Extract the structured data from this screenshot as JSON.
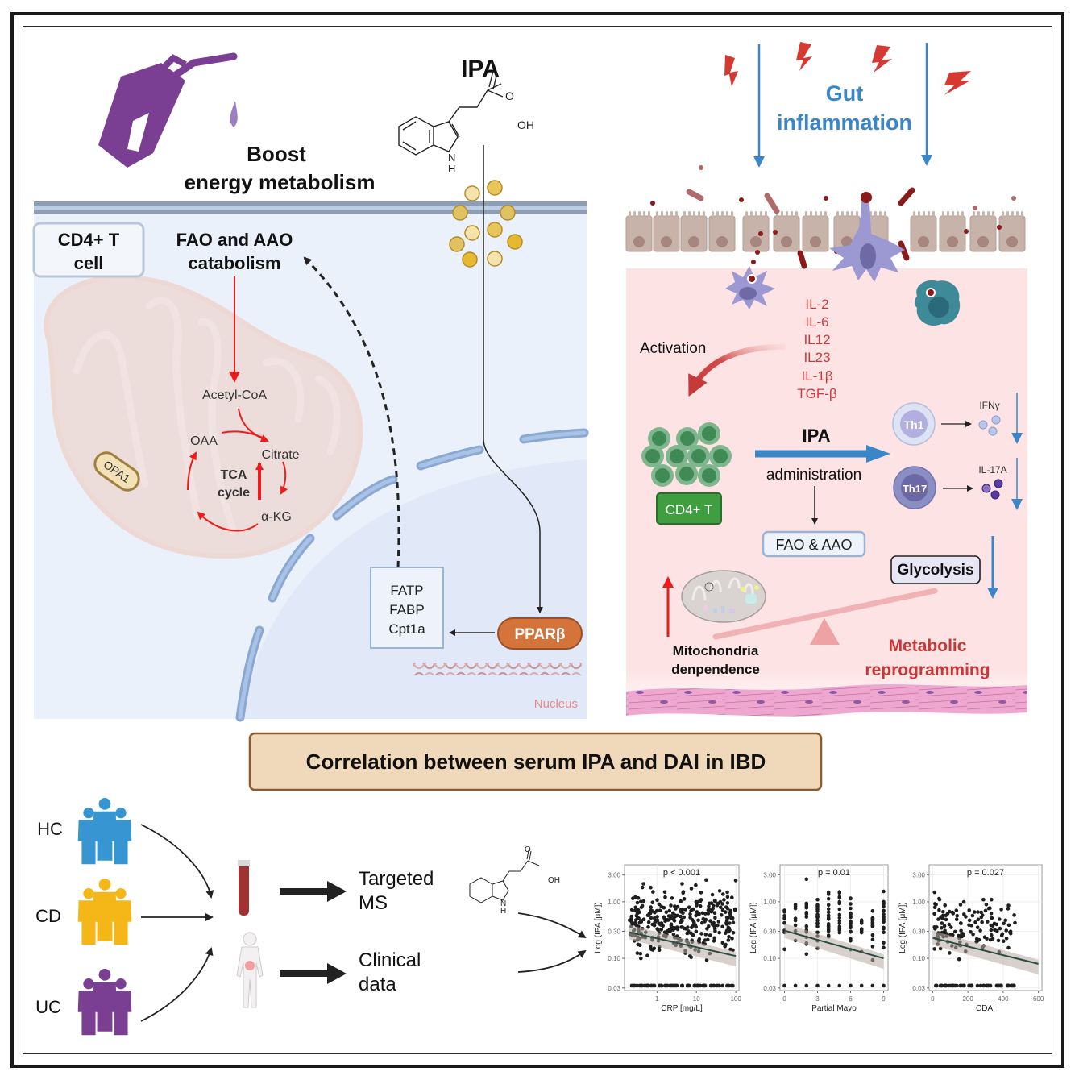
{
  "colors": {
    "cell_panel": "#eaf1fa",
    "membrane_dark": "#8d9db5",
    "membrane_light": "#bccde3",
    "nucleus": "#e1e8f7",
    "nucleus_envelope": "#9dbbe0",
    "tissue_panel": "#fde3e3",
    "red_arrow": "#ee1b1b",
    "blue_arrow": "#3a86c8",
    "gut_text": "#3a86c8",
    "cytokine_text": "#cc3b3b",
    "metabolic_text": "#c93636",
    "ppar_fill": "#d4733a",
    "cd4_box": "#3f9e3f",
    "hc_people": "#3796d1",
    "cd_people": "#f5b718",
    "uc_people": "#7a3f92",
    "banner_fill": "#efd9ba",
    "banner_border": "#8c5a2b",
    "fuel_can": "#7a3f92",
    "trend_line": "#264d3f"
  },
  "top_left": {
    "ipa_title": "IPA",
    "boost_line1": "Boost",
    "boost_line2": "energy metabolism",
    "cell_label_line1": "CD4+ T",
    "cell_label_line2": "cell",
    "fao_line1": "FAO and AAO",
    "fao_line2": "catabolism",
    "acetyl_coa": "Acetyl-CoA",
    "oaa": "OAA",
    "citrate": "Citrate",
    "tca_line1": "TCA",
    "tca_line2": "cycle",
    "akg": "α-KG",
    "opa1": "OPA1",
    "genes": [
      "FATP",
      "FABP",
      "Cpt1a"
    ],
    "ppar": "PPARβ",
    "nucleus": "Nucleus",
    "molecule": {
      "oh": "OH",
      "o": "O",
      "n": "N",
      "h": "H"
    }
  },
  "top_right": {
    "gut_line1": "Gut",
    "gut_line2": "inflammation",
    "cytokines": [
      "IL-2",
      "IL-6",
      "IL12",
      "IL23",
      "IL-1β",
      "TGF-β"
    ],
    "activation": "Activation",
    "cd4_label": "CD4+ T",
    "ipa_label": "IPA",
    "administration": "administration",
    "th1": "Th1",
    "th17": "Th17",
    "ifng": "IFNγ",
    "il17a": "IL-17A",
    "fao_aao": "FAO & AAO",
    "glycolysis": "Glycolysis",
    "mito_line1": "Mitochondria",
    "mito_line2": "denpendence",
    "metabolic_line1": "Metabolic",
    "metabolic_line2": "reprogramming"
  },
  "bottom": {
    "banner": "Correlation between serum IPA and DAI in IBD",
    "groups": [
      {
        "label": "HC"
      },
      {
        "label": "CD"
      },
      {
        "label": "UC"
      }
    ],
    "targeted_line1": "Targeted",
    "targeted_line2": "MS",
    "clinical_line1": "Clinical",
    "clinical_line2": "data",
    "molecule": {
      "oh": "OH",
      "o": "O",
      "n": "N",
      "h": "H"
    }
  },
  "chart_data": [
    {
      "type": "scatter",
      "title": "p < 0.001",
      "xlabel": "CRP [mg/L]",
      "ylabel": "Log (IPA [μM])",
      "xscale": "log",
      "xlim": [
        0.15,
        120
      ],
      "xticks": [
        1,
        10,
        100
      ],
      "xtick_labels": [
        "1",
        "10",
        "100"
      ],
      "yscale": "log",
      "ylim": [
        0.027,
        4.5
      ],
      "yticks": [
        0.03,
        0.1,
        0.3,
        1.0,
        3.0
      ],
      "ytick_labels": [
        "0.03",
        "0.10",
        "0.30",
        "1.00",
        "3.00"
      ],
      "grid": true,
      "trend": {
        "x": [
          0.2,
          100
        ],
        "y": [
          0.29,
          0.11
        ]
      },
      "confidence_band": true,
      "points_approx": {
        "n_scatter": 330,
        "n_floor": 70,
        "floor_y": 0.033,
        "x_range": [
          0.2,
          100
        ],
        "y_range": [
          0.07,
          3.0
        ]
      }
    },
    {
      "type": "scatter",
      "title": "p = 0.01",
      "xlabel": "Partial Mayo",
      "ylabel": "Log (IPA [μM])",
      "xscale": "linear",
      "xlim": [
        -0.4,
        9.4
      ],
      "xticks": [
        0,
        3,
        6,
        9
      ],
      "xtick_labels": [
        "0",
        "3",
        "6",
        "9"
      ],
      "yscale": "log",
      "ylim": [
        0.027,
        4.5
      ],
      "yticks": [
        0.03,
        0.1,
        0.3,
        1.0,
        3.0
      ],
      "ytick_labels": [
        "0.03",
        "0.10",
        "0.30",
        "1.00",
        "3.00"
      ],
      "grid": true,
      "trend": {
        "x": [
          0,
          9
        ],
        "y": [
          0.31,
          0.1
        ]
      },
      "confidence_band": true,
      "points_approx": {
        "n_scatter": 150,
        "n_floor": 10,
        "floor_y": 0.033,
        "x_values": [
          0,
          1,
          2,
          3,
          4,
          5,
          6,
          7,
          8,
          9
        ],
        "y_range": [
          0.07,
          3.0
        ]
      }
    },
    {
      "type": "scatter",
      "title": "p = 0.027",
      "xlabel": "CDAI",
      "ylabel": "Log (IPA [μM])",
      "xscale": "linear",
      "xlim": [
        -20,
        620
      ],
      "xticks": [
        0,
        200,
        400,
        600
      ],
      "xtick_labels": [
        "0",
        "200",
        "400",
        "600"
      ],
      "yscale": "log",
      "ylim": [
        0.027,
        4.5
      ],
      "yticks": [
        0.03,
        0.1,
        0.3,
        1.0,
        3.0
      ],
      "ytick_labels": [
        "0.03",
        "0.10",
        "0.30",
        "1.00",
        "3.00"
      ],
      "grid": true,
      "trend": {
        "x": [
          0,
          600
        ],
        "y": [
          0.23,
          0.08
        ]
      },
      "confidence_band": true,
      "points_approx": {
        "n_scatter": 140,
        "n_floor": 60,
        "floor_y": 0.033,
        "x_range": [
          10,
          470
        ],
        "y_range": [
          0.07,
          2.0
        ]
      }
    }
  ]
}
